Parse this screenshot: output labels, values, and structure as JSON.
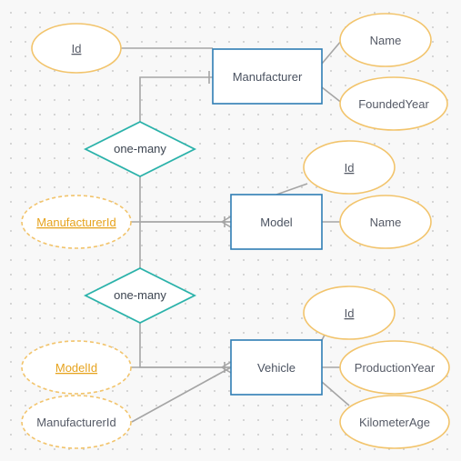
{
  "entities": {
    "manufacturer": "Manufacturer",
    "model": "Model",
    "vehicle": "Vehicle"
  },
  "relationships": {
    "manufacturer_model": "one-many",
    "model_vehicle": "one-many"
  },
  "attributes": {
    "manufacturer": {
      "id": "Id",
      "name": "Name",
      "founded_year": "FoundedYear"
    },
    "model": {
      "id": "Id",
      "name": "Name",
      "manufacturer_id": "ManufacturerId"
    },
    "vehicle": {
      "id": "Id",
      "production_year": "ProductionYear",
      "kilometer_age": "KilometerAge",
      "model_id": "ModelId",
      "manufacturer_id": "ManufacturerId"
    }
  },
  "colors": {
    "entity_border": "#2f7db4",
    "attribute_border": "#f2c46c",
    "relationship_border": "#2bb2aa",
    "foreign_key_text": "#e6a31e",
    "connector": "#a5a5a5"
  }
}
